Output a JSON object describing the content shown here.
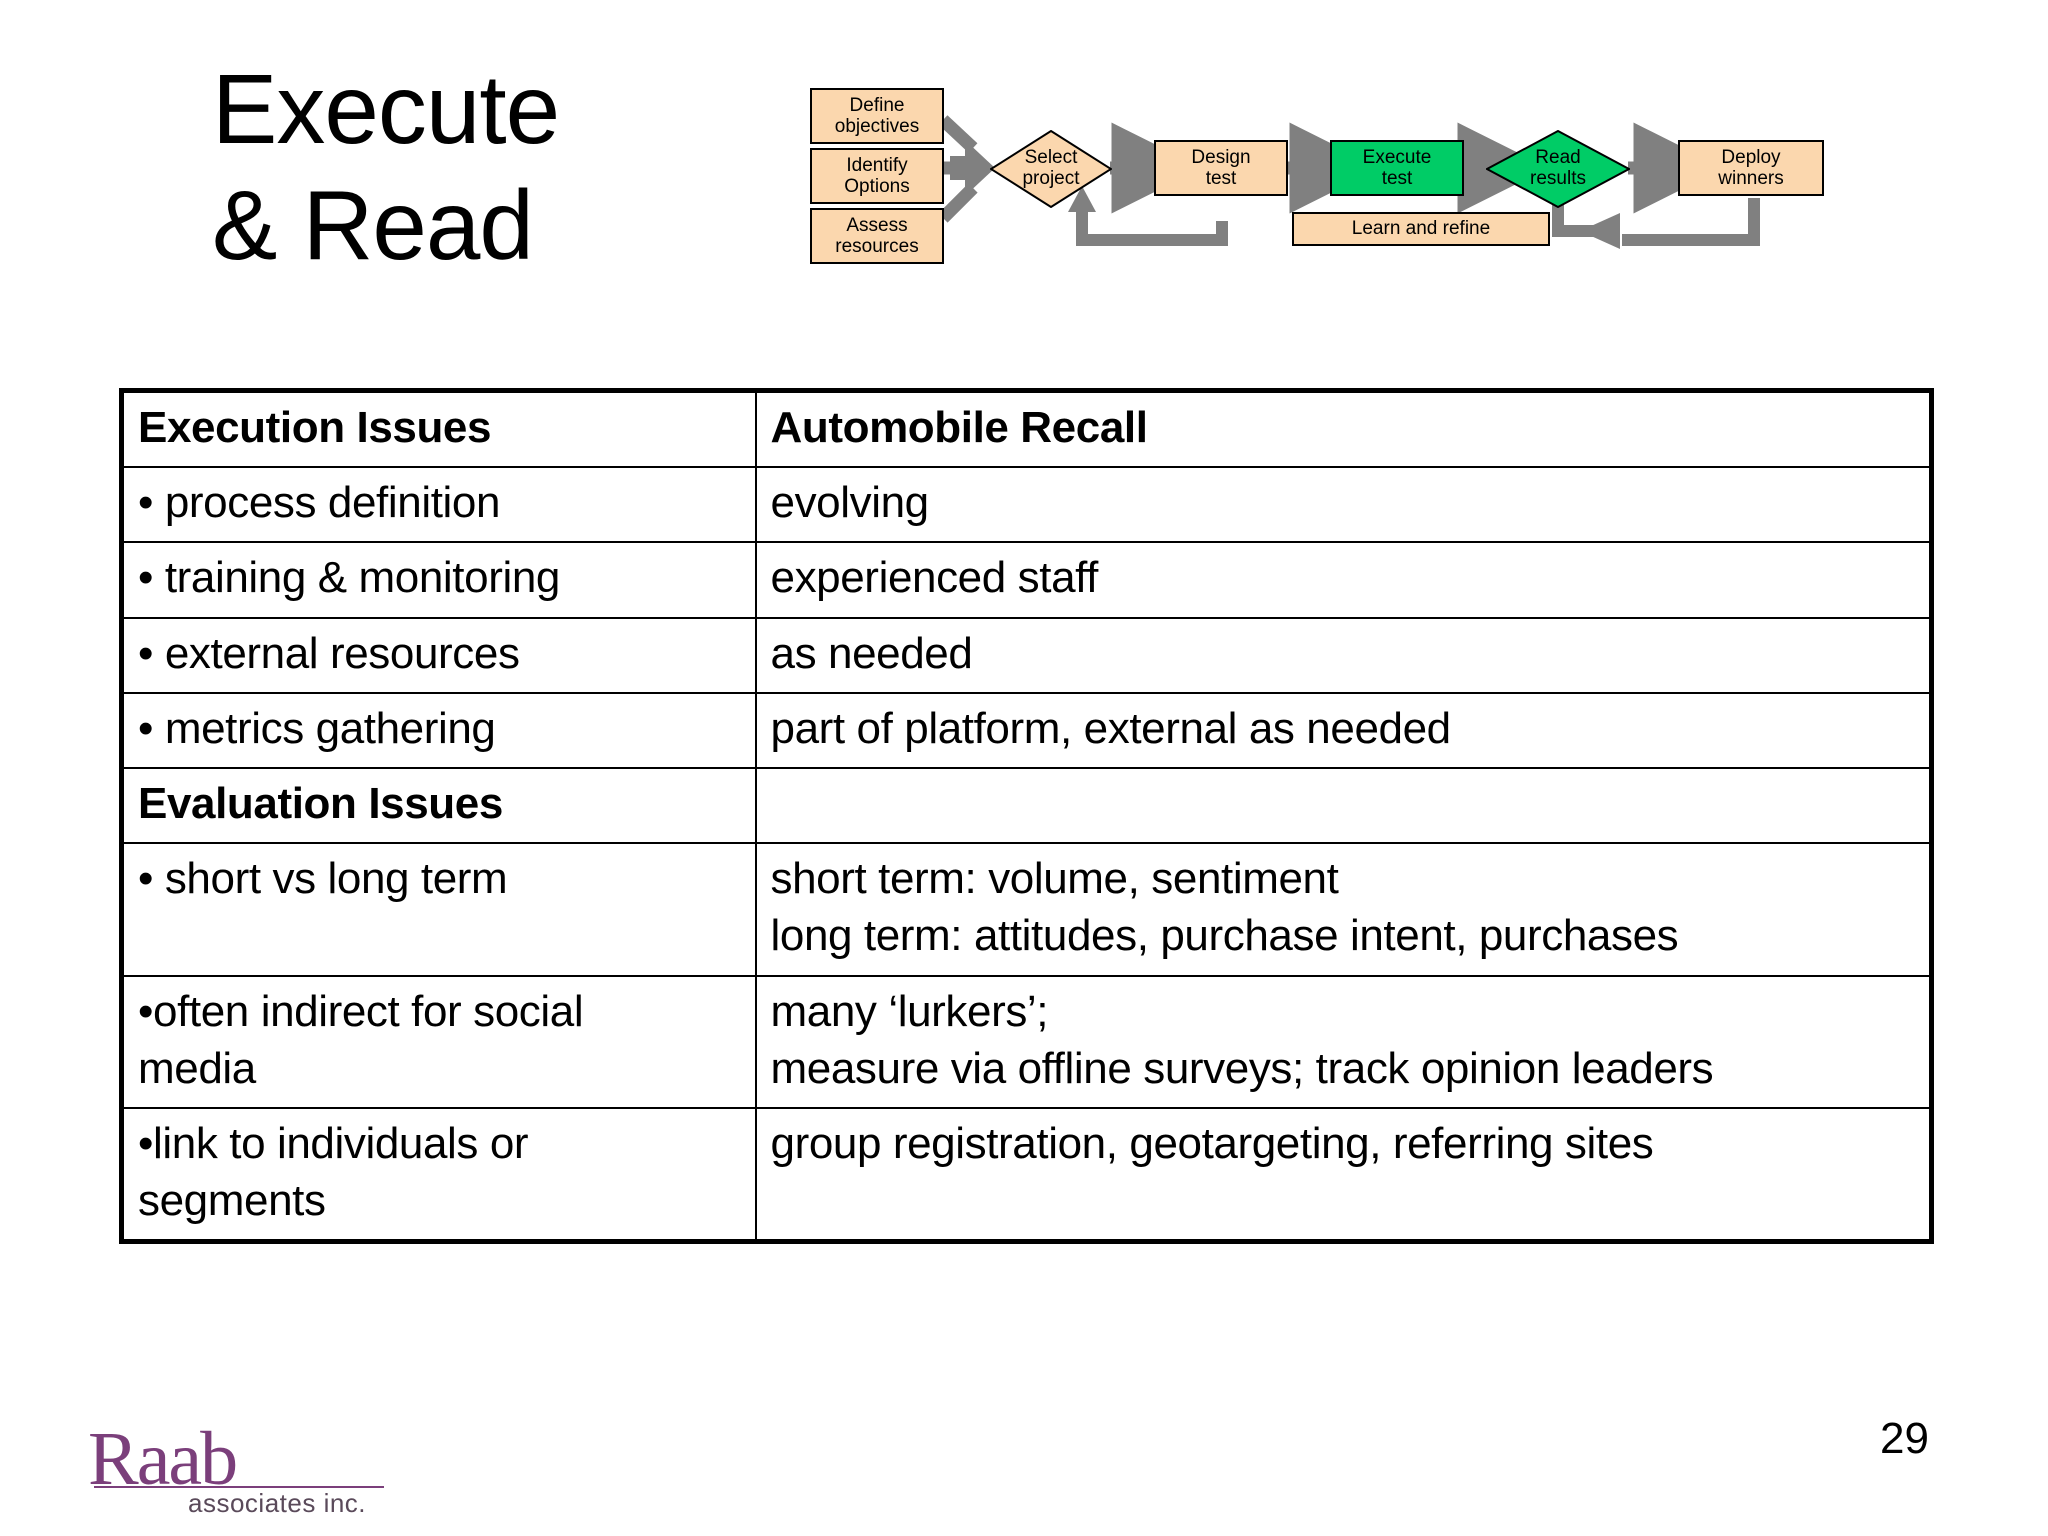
{
  "slide": {
    "title_lines": [
      "Execute",
      "& Read"
    ],
    "page_number": "29"
  },
  "diagram": {
    "colors": {
      "peach": "#FBD7AE",
      "green": "#00CC66",
      "arrow_gray": "#808080",
      "outline": "#000000"
    },
    "nodes": [
      {
        "id": "define-objectives",
        "label_lines": [
          "Define",
          "objectives"
        ],
        "shape": "box",
        "fill": "peach"
      },
      {
        "id": "identify-options",
        "label_lines": [
          "Identify",
          "Options"
        ],
        "shape": "box",
        "fill": "peach"
      },
      {
        "id": "assess-resources",
        "label_lines": [
          "Assess",
          "resources"
        ],
        "shape": "box",
        "fill": "peach"
      },
      {
        "id": "select-project",
        "label_lines": [
          "Select",
          "project"
        ],
        "shape": "diamond",
        "fill": "peach"
      },
      {
        "id": "design-test",
        "label_lines": [
          "Design",
          "test"
        ],
        "shape": "box",
        "fill": "peach"
      },
      {
        "id": "execute-test",
        "label_lines": [
          "Execute",
          "test"
        ],
        "shape": "box",
        "fill": "green"
      },
      {
        "id": "read-results",
        "label_lines": [
          "Read",
          "results"
        ],
        "shape": "diamond",
        "fill": "green"
      },
      {
        "id": "deploy-winners",
        "label_lines": [
          "Deploy",
          "winners"
        ],
        "shape": "box",
        "fill": "peach"
      },
      {
        "id": "learn-and-refine",
        "label_lines": [
          "Learn and refine"
        ],
        "shape": "box",
        "fill": "peach"
      }
    ]
  },
  "table": {
    "headers": [
      "Execution Issues",
      "Automobile Recall"
    ],
    "rows": [
      {
        "kind": "header",
        "left": [
          "Execution Issues"
        ],
        "right": [
          "Automobile Recall"
        ]
      },
      {
        "kind": "data",
        "left": [
          "• process definition"
        ],
        "right": [
          "evolving"
        ]
      },
      {
        "kind": "data",
        "left": [
          "• training & monitoring"
        ],
        "right": [
          "experienced staff"
        ]
      },
      {
        "kind": "data",
        "left": [
          "• external resources"
        ],
        "right": [
          "as needed"
        ]
      },
      {
        "kind": "data",
        "left": [
          "• metrics gathering"
        ],
        "right": [
          "part of platform, external as needed"
        ]
      },
      {
        "kind": "section",
        "left": [
          "Evaluation Issues"
        ],
        "right": [
          ""
        ]
      },
      {
        "kind": "data",
        "left": [
          "• short vs long term"
        ],
        "right": [
          "short term: volume, sentiment",
          "long term: attitudes, purchase intent, purchases"
        ]
      },
      {
        "kind": "data",
        "left": [
          "•often indirect for social",
          "media"
        ],
        "right": [
          "many ‘lurkers’;",
          "measure via offline surveys; track opinion leaders"
        ]
      },
      {
        "kind": "data",
        "left": [
          "•link to individuals or",
          "segments"
        ],
        "right": [
          "group registration, geotargeting, referring sites"
        ]
      }
    ]
  },
  "footer": {
    "logo_word": "Raab",
    "logo_sub": "associates inc."
  }
}
